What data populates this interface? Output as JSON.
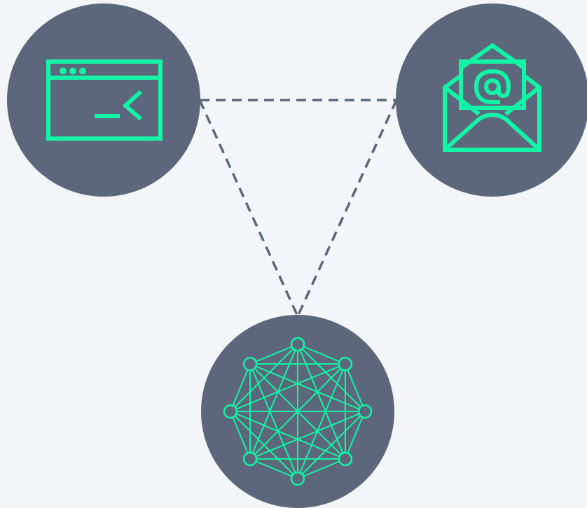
{
  "colors": {
    "background": "#f3f5f9",
    "node_fill": "#5c677c",
    "icon_accent": "#12f5a6",
    "connector": "#5c677c"
  },
  "nodes": [
    {
      "id": "terminal",
      "icon": "terminal-window-icon"
    },
    {
      "id": "email",
      "icon": "open-envelope-at-icon"
    },
    {
      "id": "network",
      "icon": "mesh-network-icon"
    }
  ],
  "connections": [
    {
      "from": "terminal",
      "to": "email",
      "style": "dashed"
    },
    {
      "from": "terminal",
      "to": "network",
      "style": "dashed"
    },
    {
      "from": "email",
      "to": "network",
      "style": "dashed"
    }
  ]
}
